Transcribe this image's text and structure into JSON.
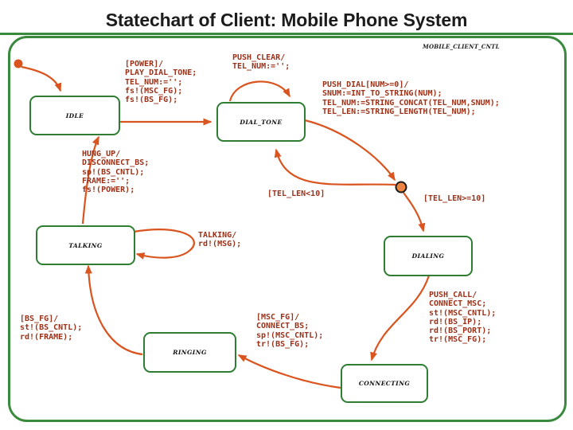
{
  "slide": {
    "title": "Statechart of Client: Mobile Phone System",
    "diagram_label": "MOBILE_CLIENT_CNTL"
  },
  "colors": {
    "title_underline": "#3a8a3e",
    "frame_border": "#3a8a3e",
    "state_border": "#2e7d32",
    "arrow": "#d9541e",
    "annotation_text": "#9a3119",
    "junction_fill": "#ee8444",
    "initial_dot_fill": "#d9541e"
  },
  "states": {
    "idle": "IDLE",
    "dial_tone": "DIAL_TONE",
    "talking": "TALKING",
    "dialing": "DIALING",
    "ringing": "RINGING",
    "connecting": "CONNECTING"
  },
  "transitions": {
    "power": "[POWER]/\nPLAY_DIAL_TONE;\nTEL_NUM:='';\nfs!(MSC_FG);\nfs!(BS_FG);",
    "push_clear": "PUSH_CLEAR/\nTEL_NUM:='';",
    "push_dial": "PUSH_DIAL[NUM>=0]/\nSNUM:=INT_TO_STRING(NUM);\nTEL_NUM:=STRING_CONCAT(TEL_NUM,SNUM);\nTEL_LEN:=STRING_LENGTH(TEL_NUM);",
    "tel_len_lt10": "[TEL_LEN<10]",
    "tel_len_ge10": "[TEL_LEN>=10]",
    "hung_up": "HUNG_UP/\nDISCONNECT_BS;\nsp!(BS_CNTL);\nFRAME:='';\nfs!(POWER);",
    "talking_loop": "TALKING/\nrd!(MSG);",
    "bs_fg": "[BS_FG]/\nst!(BS_CNTL);\nrd!(FRAME);",
    "msc_fg": "[MSC_FG]/\nCONNECT_BS;\nsp!(MSC_CNTL);\ntr!(BS_FG);",
    "push_call": "PUSH_CALL/\nCONNECT_MSC;\nst!(MSC_CNTL);\nrd!(BS_IP);\nrd!(BS_PORT);\ntr!(MSC_FG);"
  }
}
